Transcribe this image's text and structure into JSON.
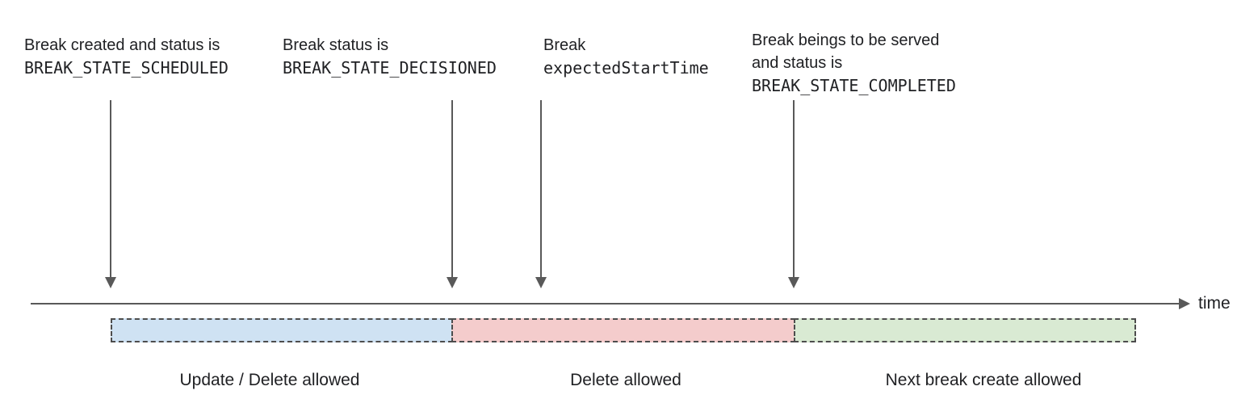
{
  "annotations": [
    {
      "lines": [
        "Break created and status is"
      ],
      "code": "BREAK_STATE_SCHEDULED"
    },
    {
      "lines": [
        "Break status is"
      ],
      "code": "BREAK_STATE_DECISIONED"
    },
    {
      "lines": [
        "Break"
      ],
      "code": "expectedStartTime"
    },
    {
      "lines": [
        "Break beings to be served",
        "and status is"
      ],
      "code": "BREAK_STATE_COMPLETED"
    }
  ],
  "timeline": {
    "axis_label": "time"
  },
  "segments": [
    {
      "label": "Update / Delete allowed",
      "color": "#cfe2f3"
    },
    {
      "label": "Delete allowed",
      "color": "#f4cccc"
    },
    {
      "label": "Next break create allowed",
      "color": "#d9ead3"
    }
  ],
  "colors": {
    "arrow": "#595959",
    "segment_border": "#4d4d4d",
    "text": "#202124"
  }
}
